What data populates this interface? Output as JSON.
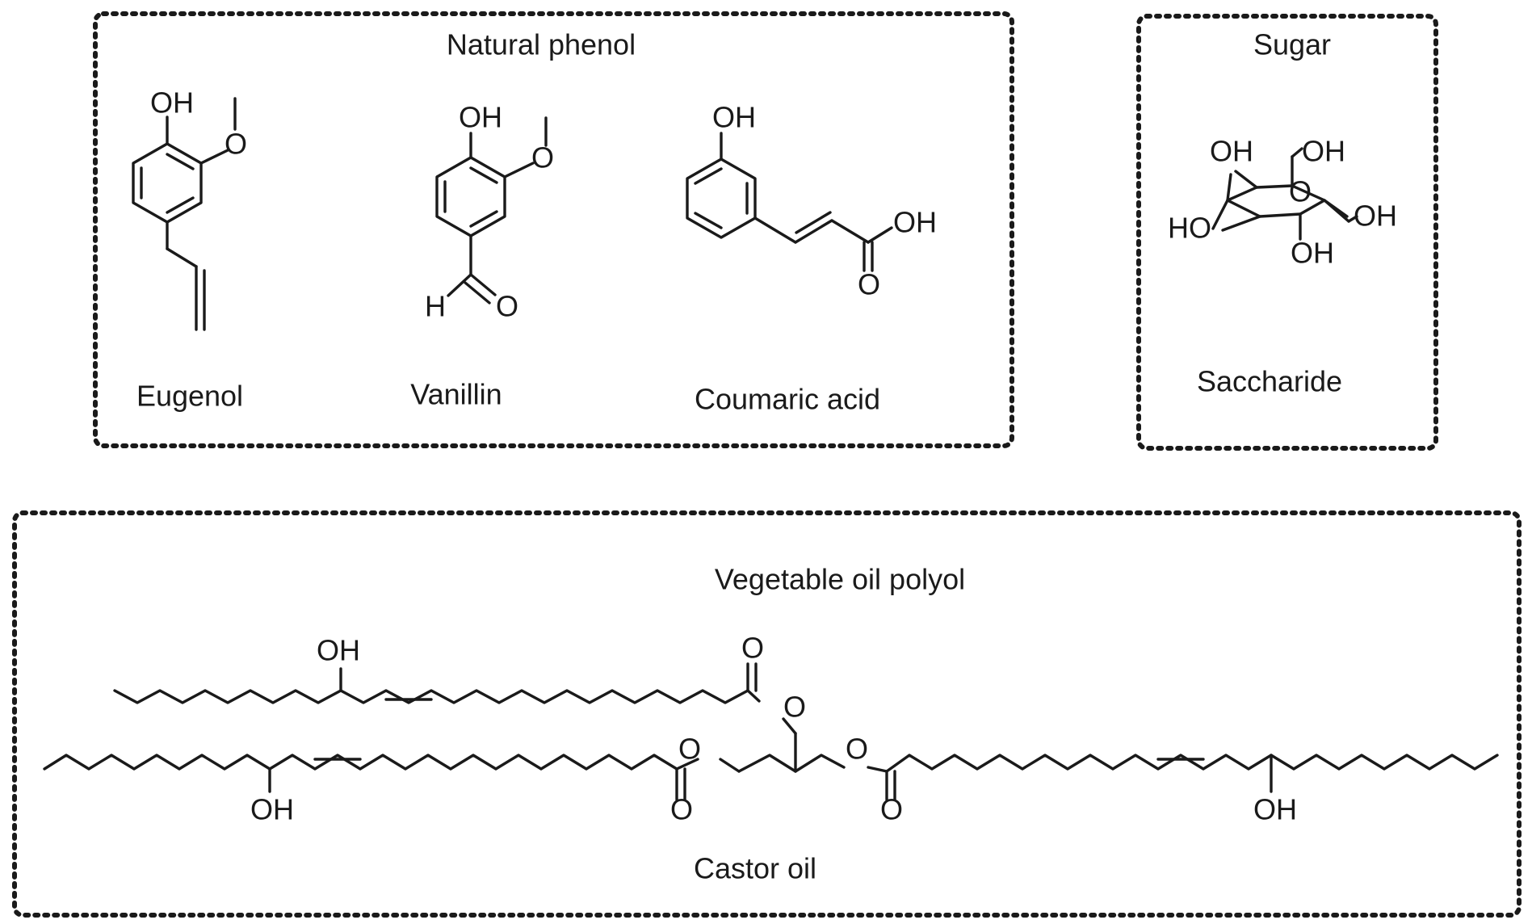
{
  "groups": {
    "natural_phenol": {
      "title": "Natural phenol",
      "compounds": [
        {
          "name": "Eugenol",
          "hydroxyl": "OH",
          "ether_oxygen": "O"
        },
        {
          "name": "Vanillin",
          "hydroxyl": "OH",
          "ether_oxygen": "O",
          "aldehyde_hydrogen": "H",
          "aldehyde_oxygen": "O"
        },
        {
          "name": "Coumaric acid",
          "hydroxyl": "OH",
          "acid_hydroxyl": "OH",
          "carbonyl_oxygen": "O"
        }
      ]
    },
    "sugar": {
      "title": "Sugar",
      "compound": {
        "name": "Saccharide",
        "labels": [
          "OH",
          "OH",
          "O",
          "HO",
          "OH",
          "OH"
        ]
      }
    },
    "vegetable_oil_polyol": {
      "title": "Vegetable oil polyol",
      "compound": {
        "name": "Castor oil",
        "labels": [
          "OH",
          "O",
          "O",
          "OH",
          "O",
          "O",
          "O",
          "O",
          "OH"
        ]
      }
    }
  }
}
